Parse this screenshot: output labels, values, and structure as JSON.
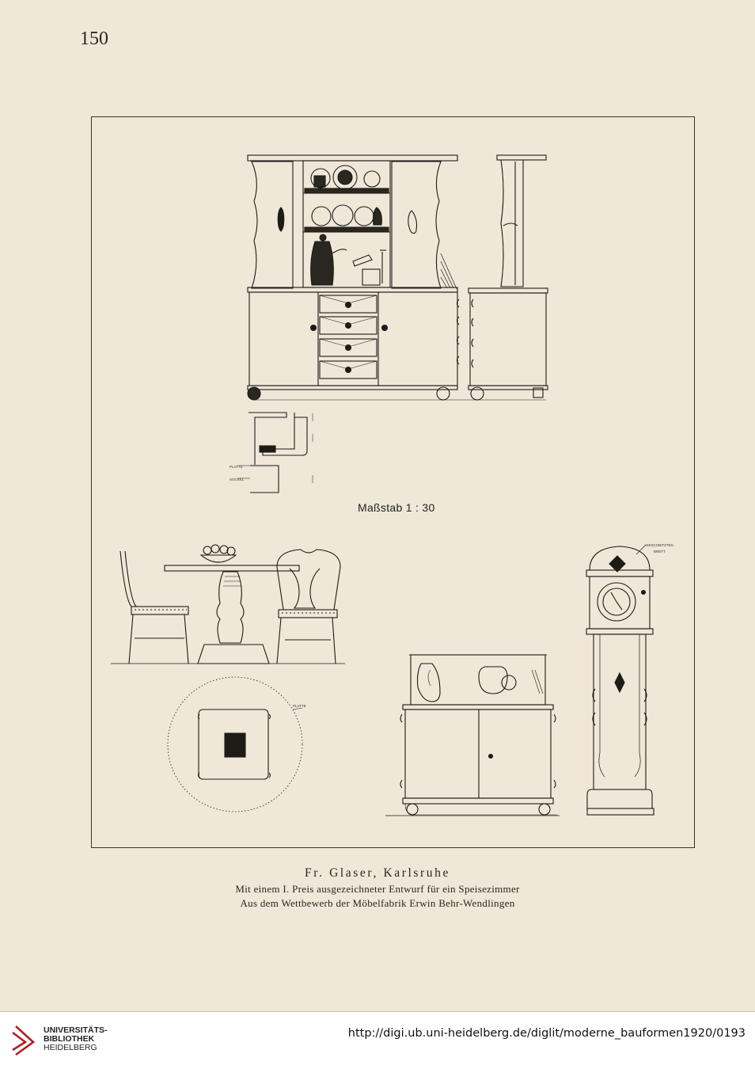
{
  "page_number": "150",
  "scale_note": "Maßstab 1 : 30",
  "drawing_labels": {
    "platte_top": "PLATTE",
    "sockel": "SOCKEL",
    "platte_table": "PLATTE",
    "clock_label_1": "GESCHNITZTES",
    "clock_label_2": "BRETT"
  },
  "caption": {
    "author": "Fr. Glaser, Karlsruhe",
    "line1": "Mit einem I. Preis ausgezeichneter Entwurf für ein Speisezimmer",
    "line2": "Aus dem Wettbewerb der Möbelfabrik Erwin Behr-Wendlingen"
  },
  "footer": {
    "library_line1": "UNIVERSITÄTS-",
    "library_line2": "BIBLIOTHEK",
    "library_line3": "HEIDELBERG",
    "url": "http://digi.ub.uni-heidelberg.de/diglit/moderne_bauformen1920/0193",
    "brand_color": "#b01f24"
  }
}
